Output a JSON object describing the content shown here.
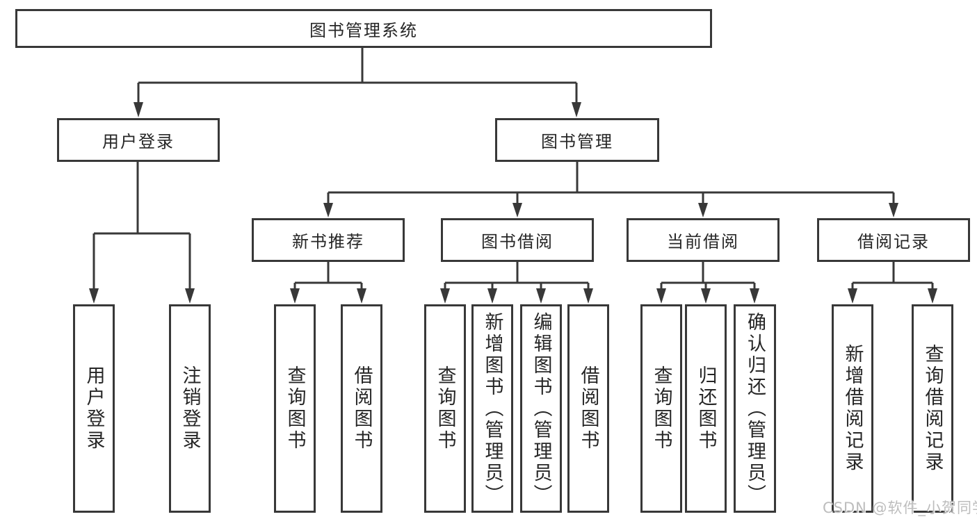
{
  "diagram_type": "hierarchy-tree",
  "watermark": "CSDN @软件_小贺同学",
  "colors": {
    "line": "#383838",
    "box_border": "#383838",
    "box_fill": "#ffffff",
    "text": "#262626",
    "watermark": "#bdbdbd"
  },
  "tree": {
    "label": "图书管理系统",
    "children": [
      {
        "label": "用户登录",
        "children": [
          {
            "label": "用户登录"
          },
          {
            "label": "注销登录"
          }
        ]
      },
      {
        "label": "图书管理",
        "children": [
          {
            "label": "新书推荐",
            "children": [
              {
                "label": "查询图书"
              },
              {
                "label": "借阅图书"
              }
            ]
          },
          {
            "label": "图书借阅",
            "children": [
              {
                "label": "查询图书"
              },
              {
                "label": "新增图书（管理员）"
              },
              {
                "label": "编辑图书（管理员）"
              },
              {
                "label": "借阅图书"
              }
            ]
          },
          {
            "label": "当前借阅",
            "children": [
              {
                "label": "查询图书"
              },
              {
                "label": "归还图书"
              },
              {
                "label": "确认归还（管理员）"
              }
            ]
          },
          {
            "label": "借阅记录",
            "children": [
              {
                "label": "新增借阅记录"
              },
              {
                "label": "查询借阅记录"
              }
            ]
          }
        ]
      }
    ]
  }
}
